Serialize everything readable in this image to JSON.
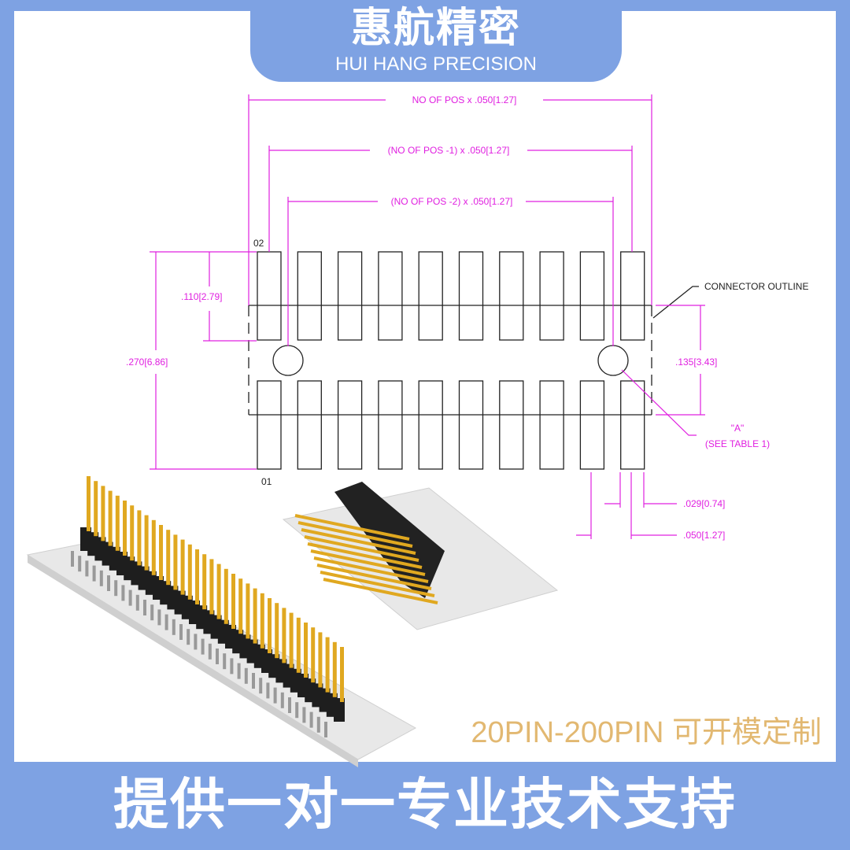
{
  "brand": {
    "name_cn": "惠航精密",
    "name_en": "HUI HANG PRECISION"
  },
  "drawing": {
    "dim_total": "NO OF POS x .050[1.27]",
    "dim_minus1": "(NO OF POS -1) x .050[1.27]",
    "dim_minus2": "(NO OF POS -2) x .050[1.27]",
    "label_02": "02",
    "label_01": "01",
    "dim_110": ".110[2.79]",
    "dim_270": ".270[6.86]",
    "dim_135": ".135[3.43]",
    "connector_outline": "CONNECTOR OUTLINE",
    "callout_a": "\"A\"",
    "callout_table": "(SEE TABLE 1)",
    "dim_029": ".029[0.74]",
    "dim_050": ".050[1.27]",
    "colors": {
      "dimension": "#e020e0",
      "outline": "#222222"
    }
  },
  "promo": "20PIN-200PIN 可开模定制",
  "footer": "提供一对一专业技术支持"
}
